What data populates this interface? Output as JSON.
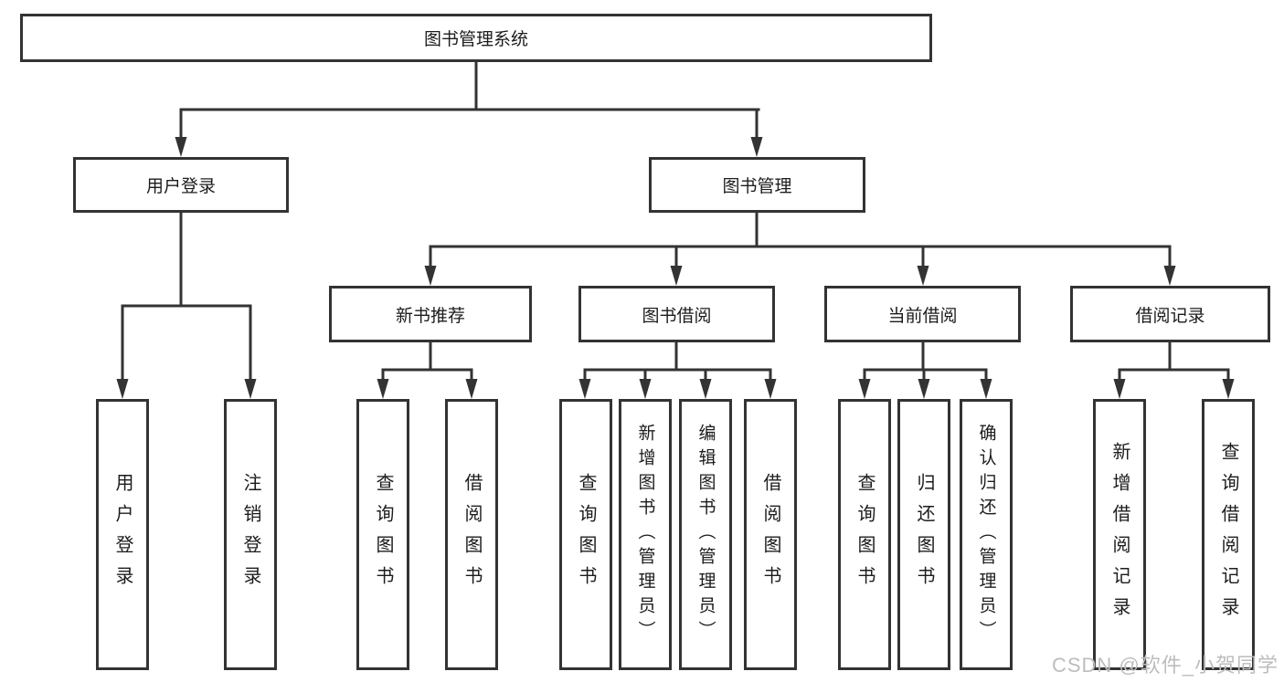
{
  "colors": {
    "line": "#333333",
    "box_border": "#333333",
    "text": "#1c1c1c",
    "background": "#ffffff",
    "watermark": "#bdbdbd"
  },
  "tree": {
    "root": {
      "label": "图书管理系统"
    },
    "level2": [
      {
        "label": "用户登录",
        "children": [
          {
            "label": "用户登录"
          },
          {
            "label": "注销登录"
          }
        ]
      },
      {
        "label": "图书管理",
        "children": [
          {
            "label": "新书推荐",
            "children": [
              {
                "label": "查询图书"
              },
              {
                "label": "借阅图书"
              }
            ]
          },
          {
            "label": "图书借阅",
            "children": [
              {
                "label": "查询图书"
              },
              {
                "label": "新增图书（管理员）"
              },
              {
                "label": "编辑图书（管理员）"
              },
              {
                "label": "借阅图书"
              }
            ]
          },
          {
            "label": "当前借阅",
            "children": [
              {
                "label": "查询图书"
              },
              {
                "label": "归还图书"
              },
              {
                "label": "确认归还（管理员）"
              }
            ]
          },
          {
            "label": "借阅记录",
            "children": [
              {
                "label": "新增借阅记录"
              },
              {
                "label": "查询借阅记录"
              }
            ]
          }
        ]
      }
    ]
  },
  "watermark": {
    "text": "CSDN @软件_小贺同学"
  }
}
